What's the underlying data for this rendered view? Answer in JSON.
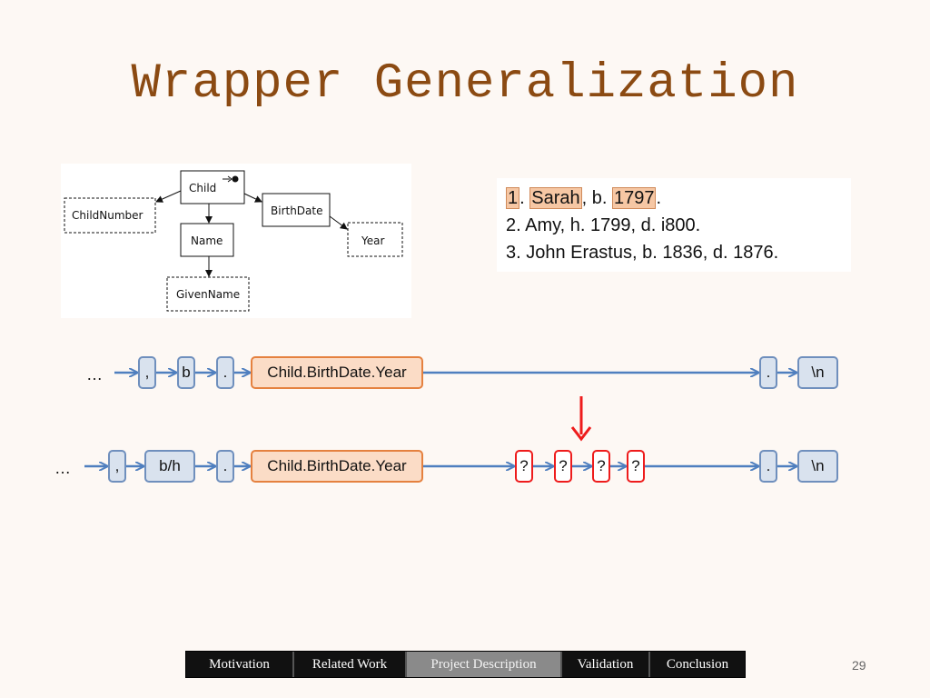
{
  "slide": {
    "title": "Wrapper Generalization",
    "page_number": "29"
  },
  "schema": {
    "nodes": {
      "child": "Child",
      "child_number": "ChildNumber",
      "birth_date": "BirthDate",
      "name": "Name",
      "year": "Year",
      "given_name": "GivenName"
    }
  },
  "sample_text": {
    "line1": {
      "num": "1",
      "p1": ". ",
      "name": "Sarah",
      "p2": ", b. ",
      "year": "1797",
      "p3": "."
    },
    "line2": "2. Amy, h. 1799, d. i800.",
    "line3": "3. John Erastus, b. 1836, d. 1876."
  },
  "sequence_top": {
    "ellipsis": "…",
    "tokens": [
      ",",
      "b",
      ".",
      "Child.BirthDate.Year",
      ".",
      "\\n"
    ]
  },
  "sequence_bottom": {
    "ellipsis": "…",
    "tokens": [
      ",",
      "b/h",
      ".",
      "Child.BirthDate.Year",
      "?",
      "?",
      "?",
      "?",
      ".",
      "\\n"
    ]
  },
  "nav": {
    "items": [
      "Motivation",
      "Related Work",
      "Project Description",
      "Validation",
      "Conclusion"
    ],
    "active": "Project Description"
  },
  "colors": {
    "title": "#8b4a12",
    "token_fill": "#d9e2ee",
    "token_border": "#6f8fbd",
    "field_fill": "#fbdcc6",
    "field_border": "#e5813f",
    "wildcard_border": "#ee1c1c",
    "arrow": "#4f7fbf",
    "highlight": "#f6c7a4"
  }
}
